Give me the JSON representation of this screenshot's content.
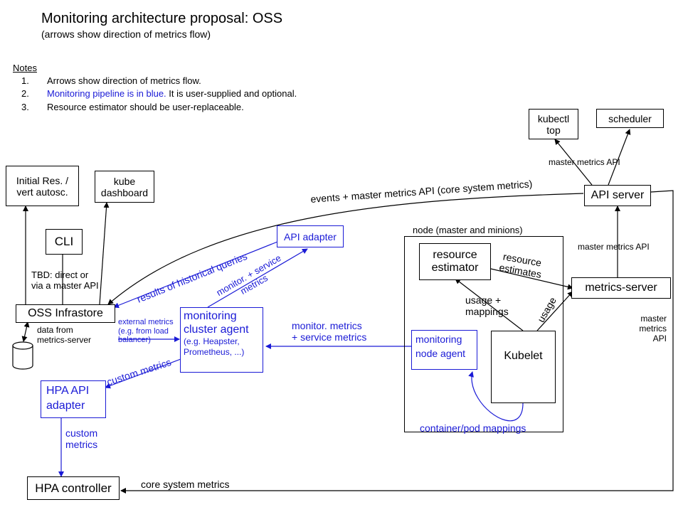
{
  "title": "Monitoring architecture proposal: OSS",
  "subtitle": "(arrows show direction of metrics flow)",
  "notes": {
    "heading": "Notes",
    "items": [
      {
        "num": "1.",
        "text": "Arrows show direction of metrics flow.",
        "blue_part": "",
        "rest": ""
      },
      {
        "num": "2.",
        "text": "",
        "blue_part": "Monitoring pipeline is in blue.",
        "rest": " It is user-supplied and optional."
      },
      {
        "num": "3.",
        "text": "Resource estimator should be user-replaceable.",
        "blue_part": "",
        "rest": ""
      }
    ]
  },
  "boxes": {
    "kubectl_top": {
      "line1": "kubectl",
      "line2": "top"
    },
    "scheduler": "scheduler",
    "initial_res": {
      "line1": "Initial Res. /",
      "line2": "vert autosc."
    },
    "kube_dashboard": {
      "line1": "kube",
      "line2": "dashboard"
    },
    "api_server": "API server",
    "cli": "CLI",
    "api_adapter": "API adapter",
    "node_container_label": "node (master and minions)",
    "resource_estimator": {
      "line1": "resource",
      "line2": "estimator"
    },
    "metrics_server": "metrics-server",
    "oss_infrastore": "OSS Infrastore",
    "monitoring_cluster_agent": {
      "line1": "monitoring",
      "line2": "cluster agent",
      "detail1": "(e.g. Heapster,",
      "detail2": "Prometheus, ...)"
    },
    "monitoring_node_agent": {
      "line1": "monitoring",
      "line2": "node agent"
    },
    "kubelet": "Kubelet",
    "hpa_api_adapter": {
      "line1": "HPA API",
      "line2": "adapter"
    },
    "hpa_controller": "HPA controller"
  },
  "labels": {
    "master_metrics_api_top": "master metrics API",
    "events_master_metrics": "events + master metrics API (core system metrics)",
    "master_metrics_api_right": "master metrics API",
    "resource_estimates": {
      "line1": "resource",
      "line2": "estimates"
    },
    "results_historical": "results of historical queries",
    "monitor_service_metrics": {
      "line1": "monitor. + service",
      "line2": "metrics"
    },
    "tbd": {
      "line1": "TBD: direct or",
      "line2": "via a master API"
    },
    "usage_mappings": {
      "line1": "usage +",
      "line2": "mappings"
    },
    "usage": "usage",
    "external_metrics": {
      "line1": "external metrics",
      "line2": "(e.g. from load",
      "line3": "balancer)"
    },
    "data_from_metrics_server": {
      "line1": "data from",
      "line2": "metrics-server"
    },
    "monitor_metrics_service": {
      "line1": "monitor. metrics",
      "line2": "+ service metrics"
    },
    "master_metrics_api_far_right": {
      "line1": "master",
      "line2": "metrics",
      "line3": "API"
    },
    "custom_metrics_diag": "custom metrics",
    "custom_metrics_vert": {
      "line1": "custom",
      "line2": "metrics"
    },
    "container_pod_mappings": "container/pod mappings",
    "core_system_metrics": "core system metrics"
  },
  "colors": {
    "monitoring": "#1a1ad6",
    "core": "#000000"
  }
}
